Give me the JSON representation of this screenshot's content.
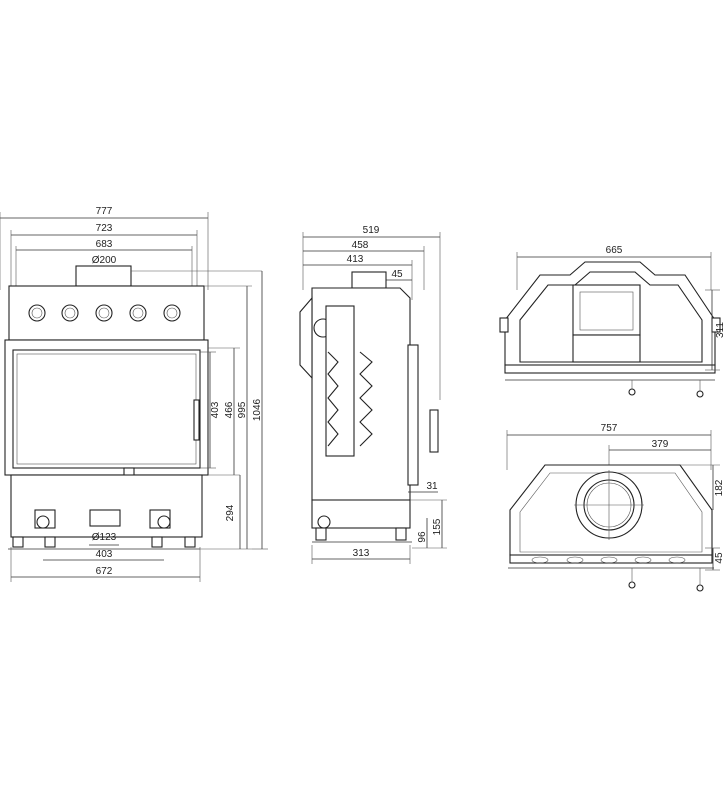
{
  "front_view": {
    "width_overall": "777",
    "width_body": "723",
    "width_inner": "683",
    "flue_diameter": "Ø200",
    "height_403": "403",
    "height_466": "466",
    "height_995": "995",
    "height_1046": "1046",
    "height_294": "294",
    "air_inlet_diameter": "Ø123",
    "legs_spacing": "403",
    "base_width": "672"
  },
  "side_view": {
    "depth_overall": "519",
    "depth_458": "458",
    "depth_413": "413",
    "offset_45": "45",
    "door_31": "31",
    "height_96": "96",
    "height_155": "155",
    "base_313": "313"
  },
  "section_view": {
    "width_665": "665",
    "height_311": "311"
  },
  "top_view": {
    "width_757": "757",
    "center_379": "379",
    "depth_182": "182",
    "depth_45": "45"
  }
}
